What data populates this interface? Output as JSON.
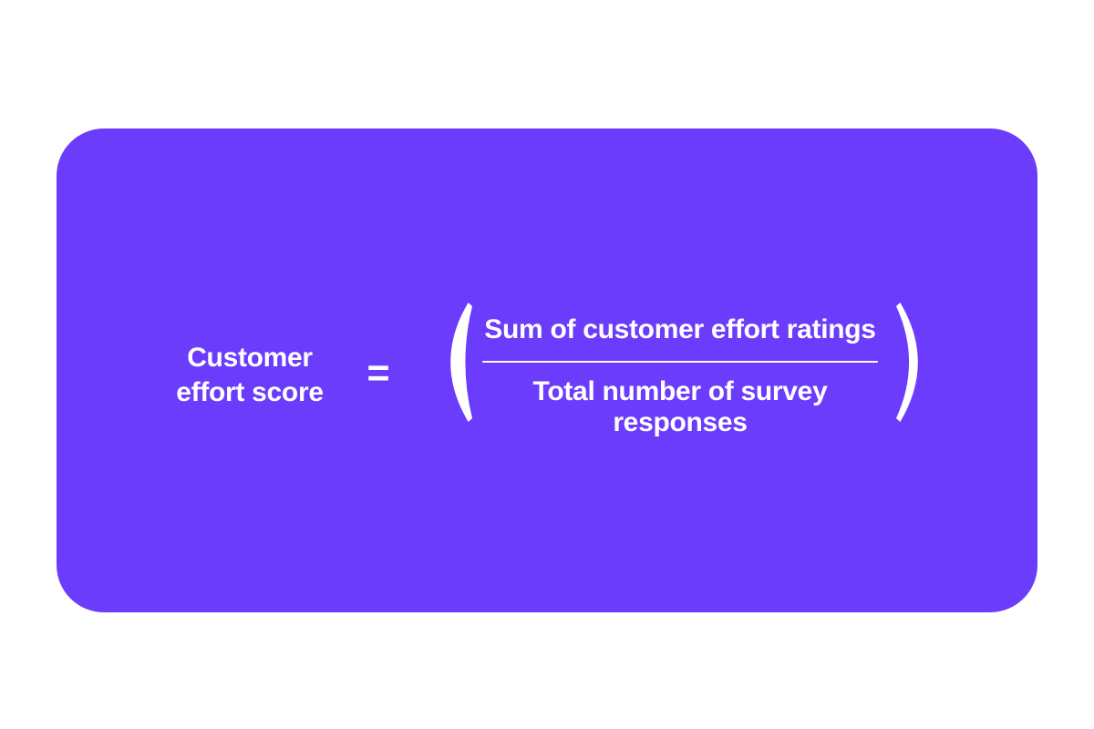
{
  "colors": {
    "page_bg": "#FFFFFF",
    "card_bg": "#6B3CFB",
    "text": "#FFFFFF"
  },
  "card": {
    "formula": {
      "label_line1": "Customer",
      "label_line2": "effort score",
      "equals_sign": "=",
      "numerator": "Sum of customer effort ratings",
      "denominator_line1": "Total number of survey",
      "denominator_line2": "responses"
    }
  }
}
